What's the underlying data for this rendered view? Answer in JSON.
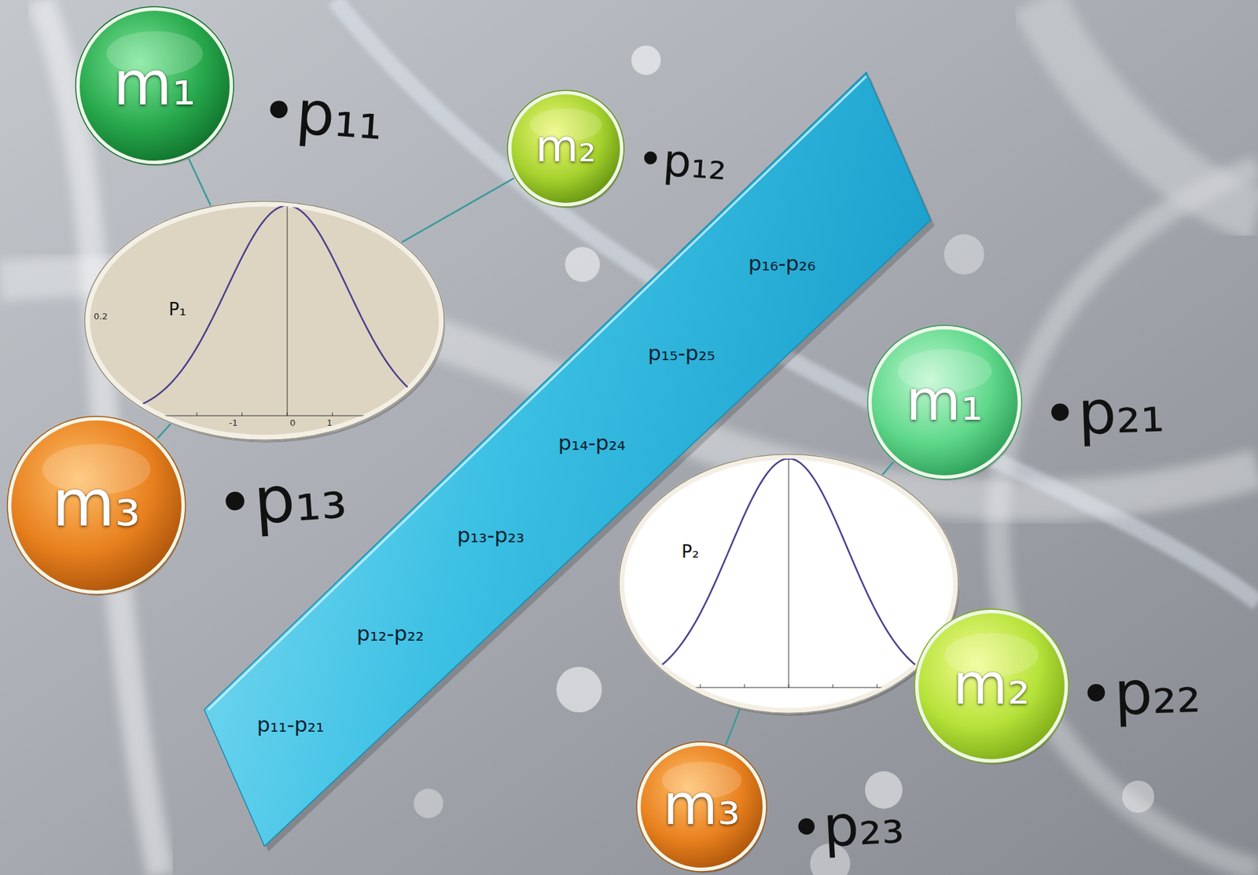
{
  "diagram": {
    "nodes": [
      {
        "text": [
          "m₁"
        ]
      },
      {
        "text": [
          "m₂"
        ]
      },
      {
        "text": [
          "P₁"
        ]
      },
      {
        "text": [
          "p₁₆-p₂₆",
          "p₁₅-p₂₅",
          "p₁₄-p₂₄",
          "p₁₃-p₂₃",
          "p₁₂-p₂₂",
          "p₁₁-p₂₁"
        ]
      },
      {
        "text": [
          "m₃"
        ]
      },
      {
        "text": [
          "m₁"
        ]
      },
      {
        "text": [
          "P₂"
        ]
      },
      {
        "text": [
          "m₂"
        ]
      },
      {
        "text": [
          "m₃"
        ]
      }
    ],
    "edges": [
      {
        "from": 0,
        "to": 2,
        "arrow": "none"
      },
      {
        "from": 1,
        "to": 2,
        "arrow": "none"
      },
      {
        "from": 4,
        "to": 2,
        "arrow": "none"
      },
      {
        "from": 5,
        "to": 6,
        "arrow": "none"
      },
      {
        "from": 7,
        "to": 6,
        "arrow": "none"
      },
      {
        "from": 8,
        "to": 6,
        "arrow": "none"
      }
    ],
    "labels": [
      "•p₁₁",
      "•p₁₂",
      "•p₁₃",
      "•p₂₁",
      "•p₂₂",
      "•p₂₃",
      "0.2",
      "-1",
      "0",
      "1"
    ]
  }
}
